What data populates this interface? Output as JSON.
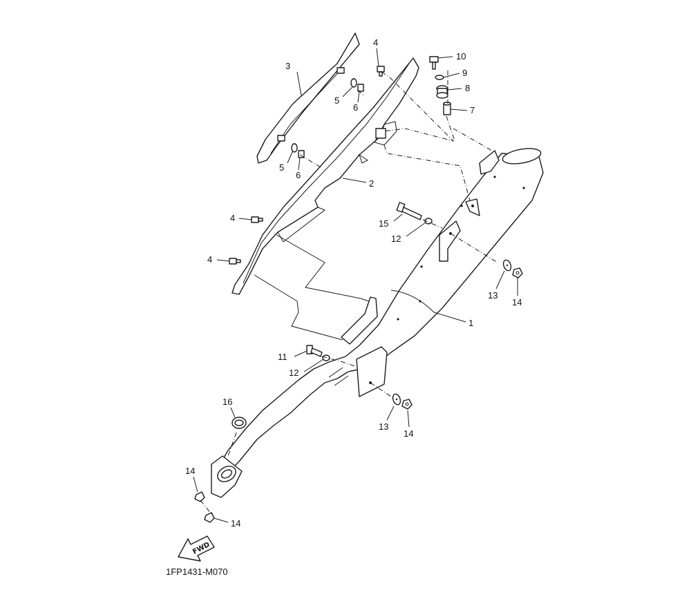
{
  "diagram": {
    "drawing_code": "1FP1431-M070",
    "fwd_label": "FWD",
    "callouts": {
      "c1": "1",
      "c2": "2",
      "c3": "3",
      "c4a": "4",
      "c4b": "4",
      "c4c": "4",
      "c5a": "5",
      "c5b": "5",
      "c6a": "6",
      "c6b": "6",
      "c7": "7",
      "c8": "8",
      "c9": "9",
      "c10": "10",
      "c11": "11",
      "c12a": "12",
      "c12b": "12",
      "c13a": "13",
      "c13b": "13",
      "c14a": "14",
      "c14b": "14",
      "c14c": "14",
      "c14d": "14",
      "c15": "15",
      "c16": "16"
    }
  }
}
